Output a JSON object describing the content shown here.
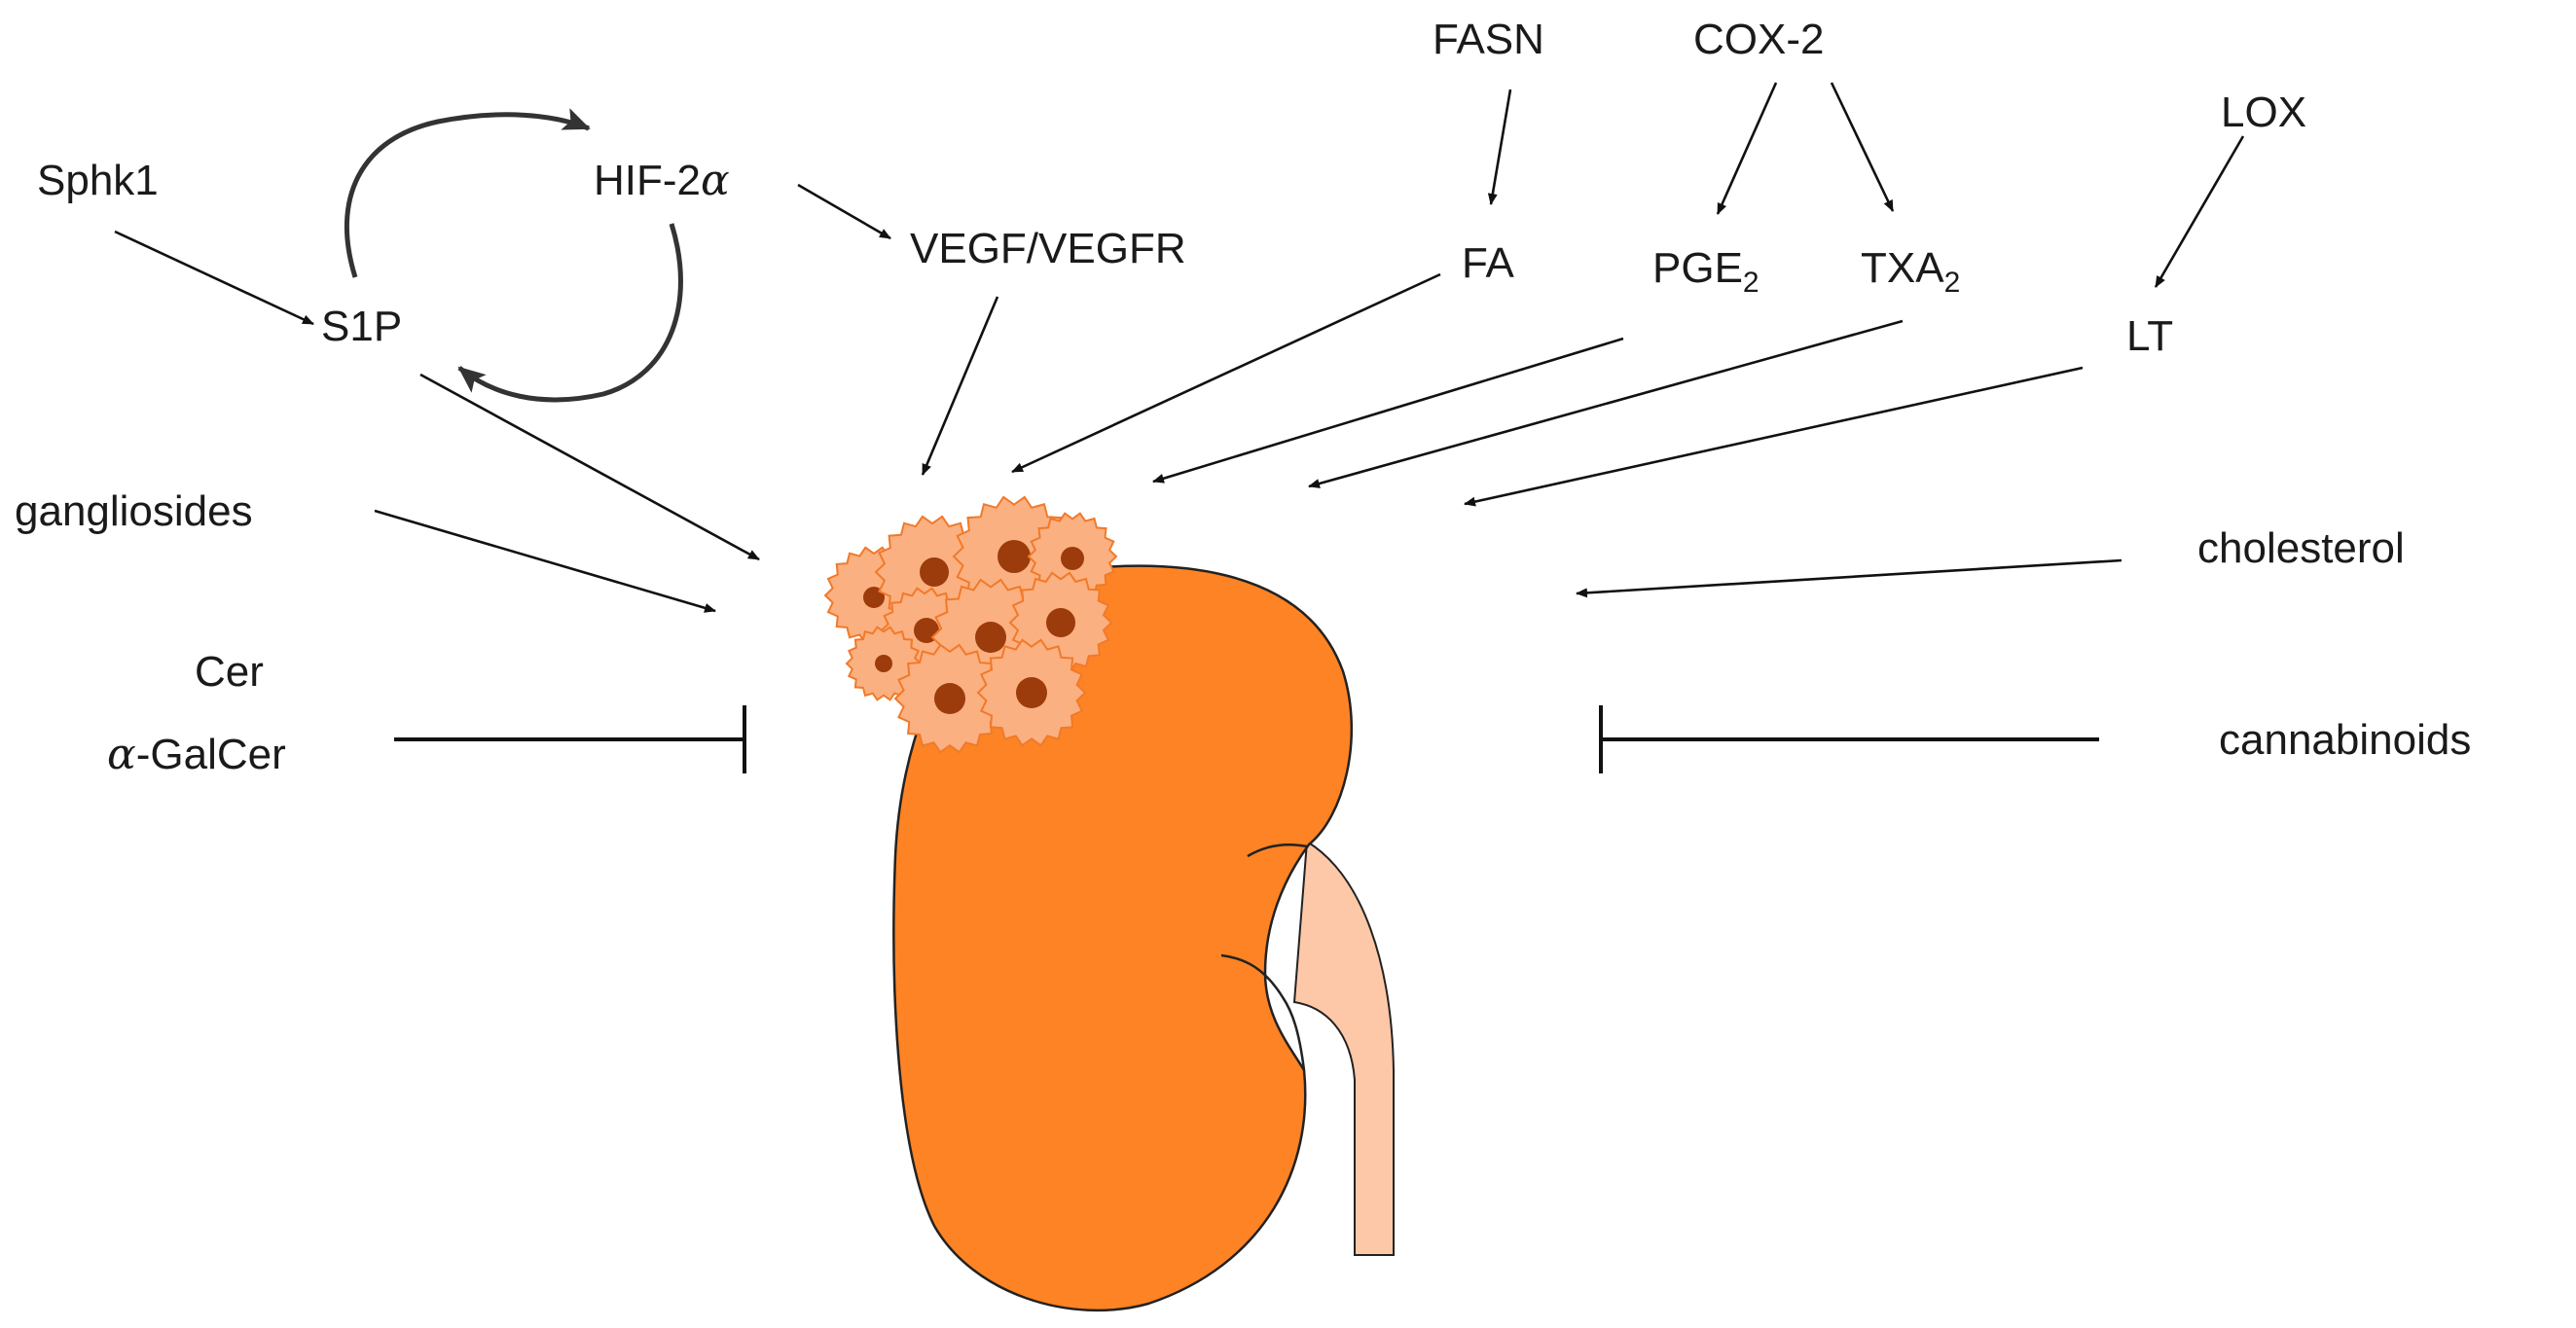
{
  "labels": {
    "sphk1": "Sphk1",
    "s1p": "S1P",
    "hif_prefix": "HIF-2",
    "hif_alpha": "α",
    "vegf": "VEGF/VEGFR",
    "fasn": "FASN",
    "fa": "FA",
    "cox2": "COX-2",
    "pge_main": "PGE",
    "pge_sub": "2",
    "txa_main": "TXA",
    "txa_sub": "2",
    "lox": "LOX",
    "lt": "LT",
    "gangliosides": "gangliosides",
    "cholesterol": "cholesterol",
    "cer": "Cer",
    "galcer_alpha": "α",
    "galcer_rest": "-GalCer",
    "cannabinoids": "cannabinoids"
  },
  "colors": {
    "kidney": "#fd8324",
    "ureter": "#fdc8a8",
    "tumor_cell": "#fbb081",
    "tumor_nucleus": "#9c3b0b",
    "stroke": "#111111"
  }
}
